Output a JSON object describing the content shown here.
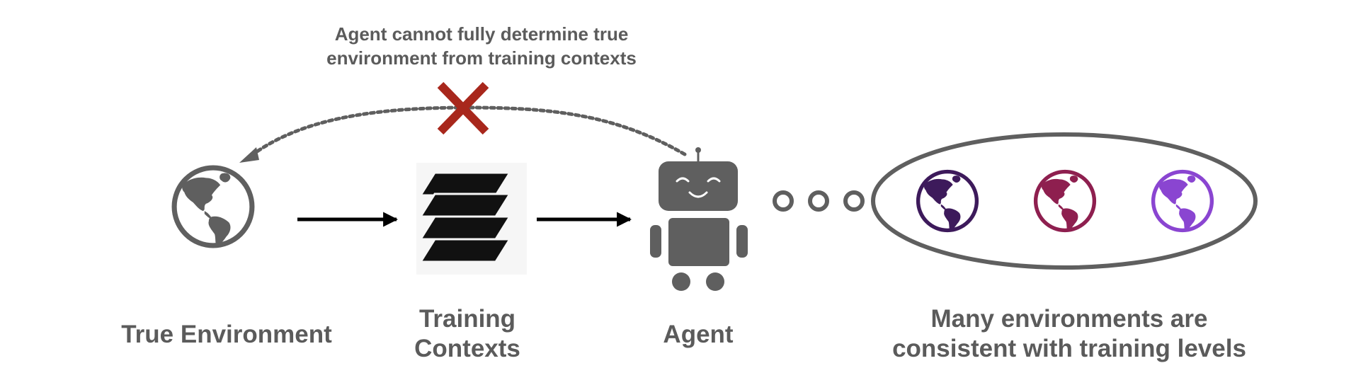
{
  "annotation": {
    "line1": "Agent cannot fully determine true",
    "line2": "environment from training contexts"
  },
  "labels": {
    "true_environment": "True Environment",
    "training_line1": "Training",
    "training_line2": "Contexts",
    "agent": "Agent",
    "many_line1": "Many environments are",
    "many_line2": "consistent with training levels"
  },
  "colors": {
    "text": "#5b5b5b",
    "icon_gray": "#5f5f5f",
    "arrow_black": "#000000",
    "cross_red": "#a8271c",
    "globe_purple_dark": "#3d1a5b",
    "globe_crimson": "#8e1f4f",
    "globe_violet": "#8a45d1"
  },
  "icons": {
    "true_env": "globe-icon",
    "contexts": "stacked-layers-icon",
    "agent": "robot-icon",
    "blocked": "cross-icon",
    "ellipsis": "three-circles-icon"
  }
}
